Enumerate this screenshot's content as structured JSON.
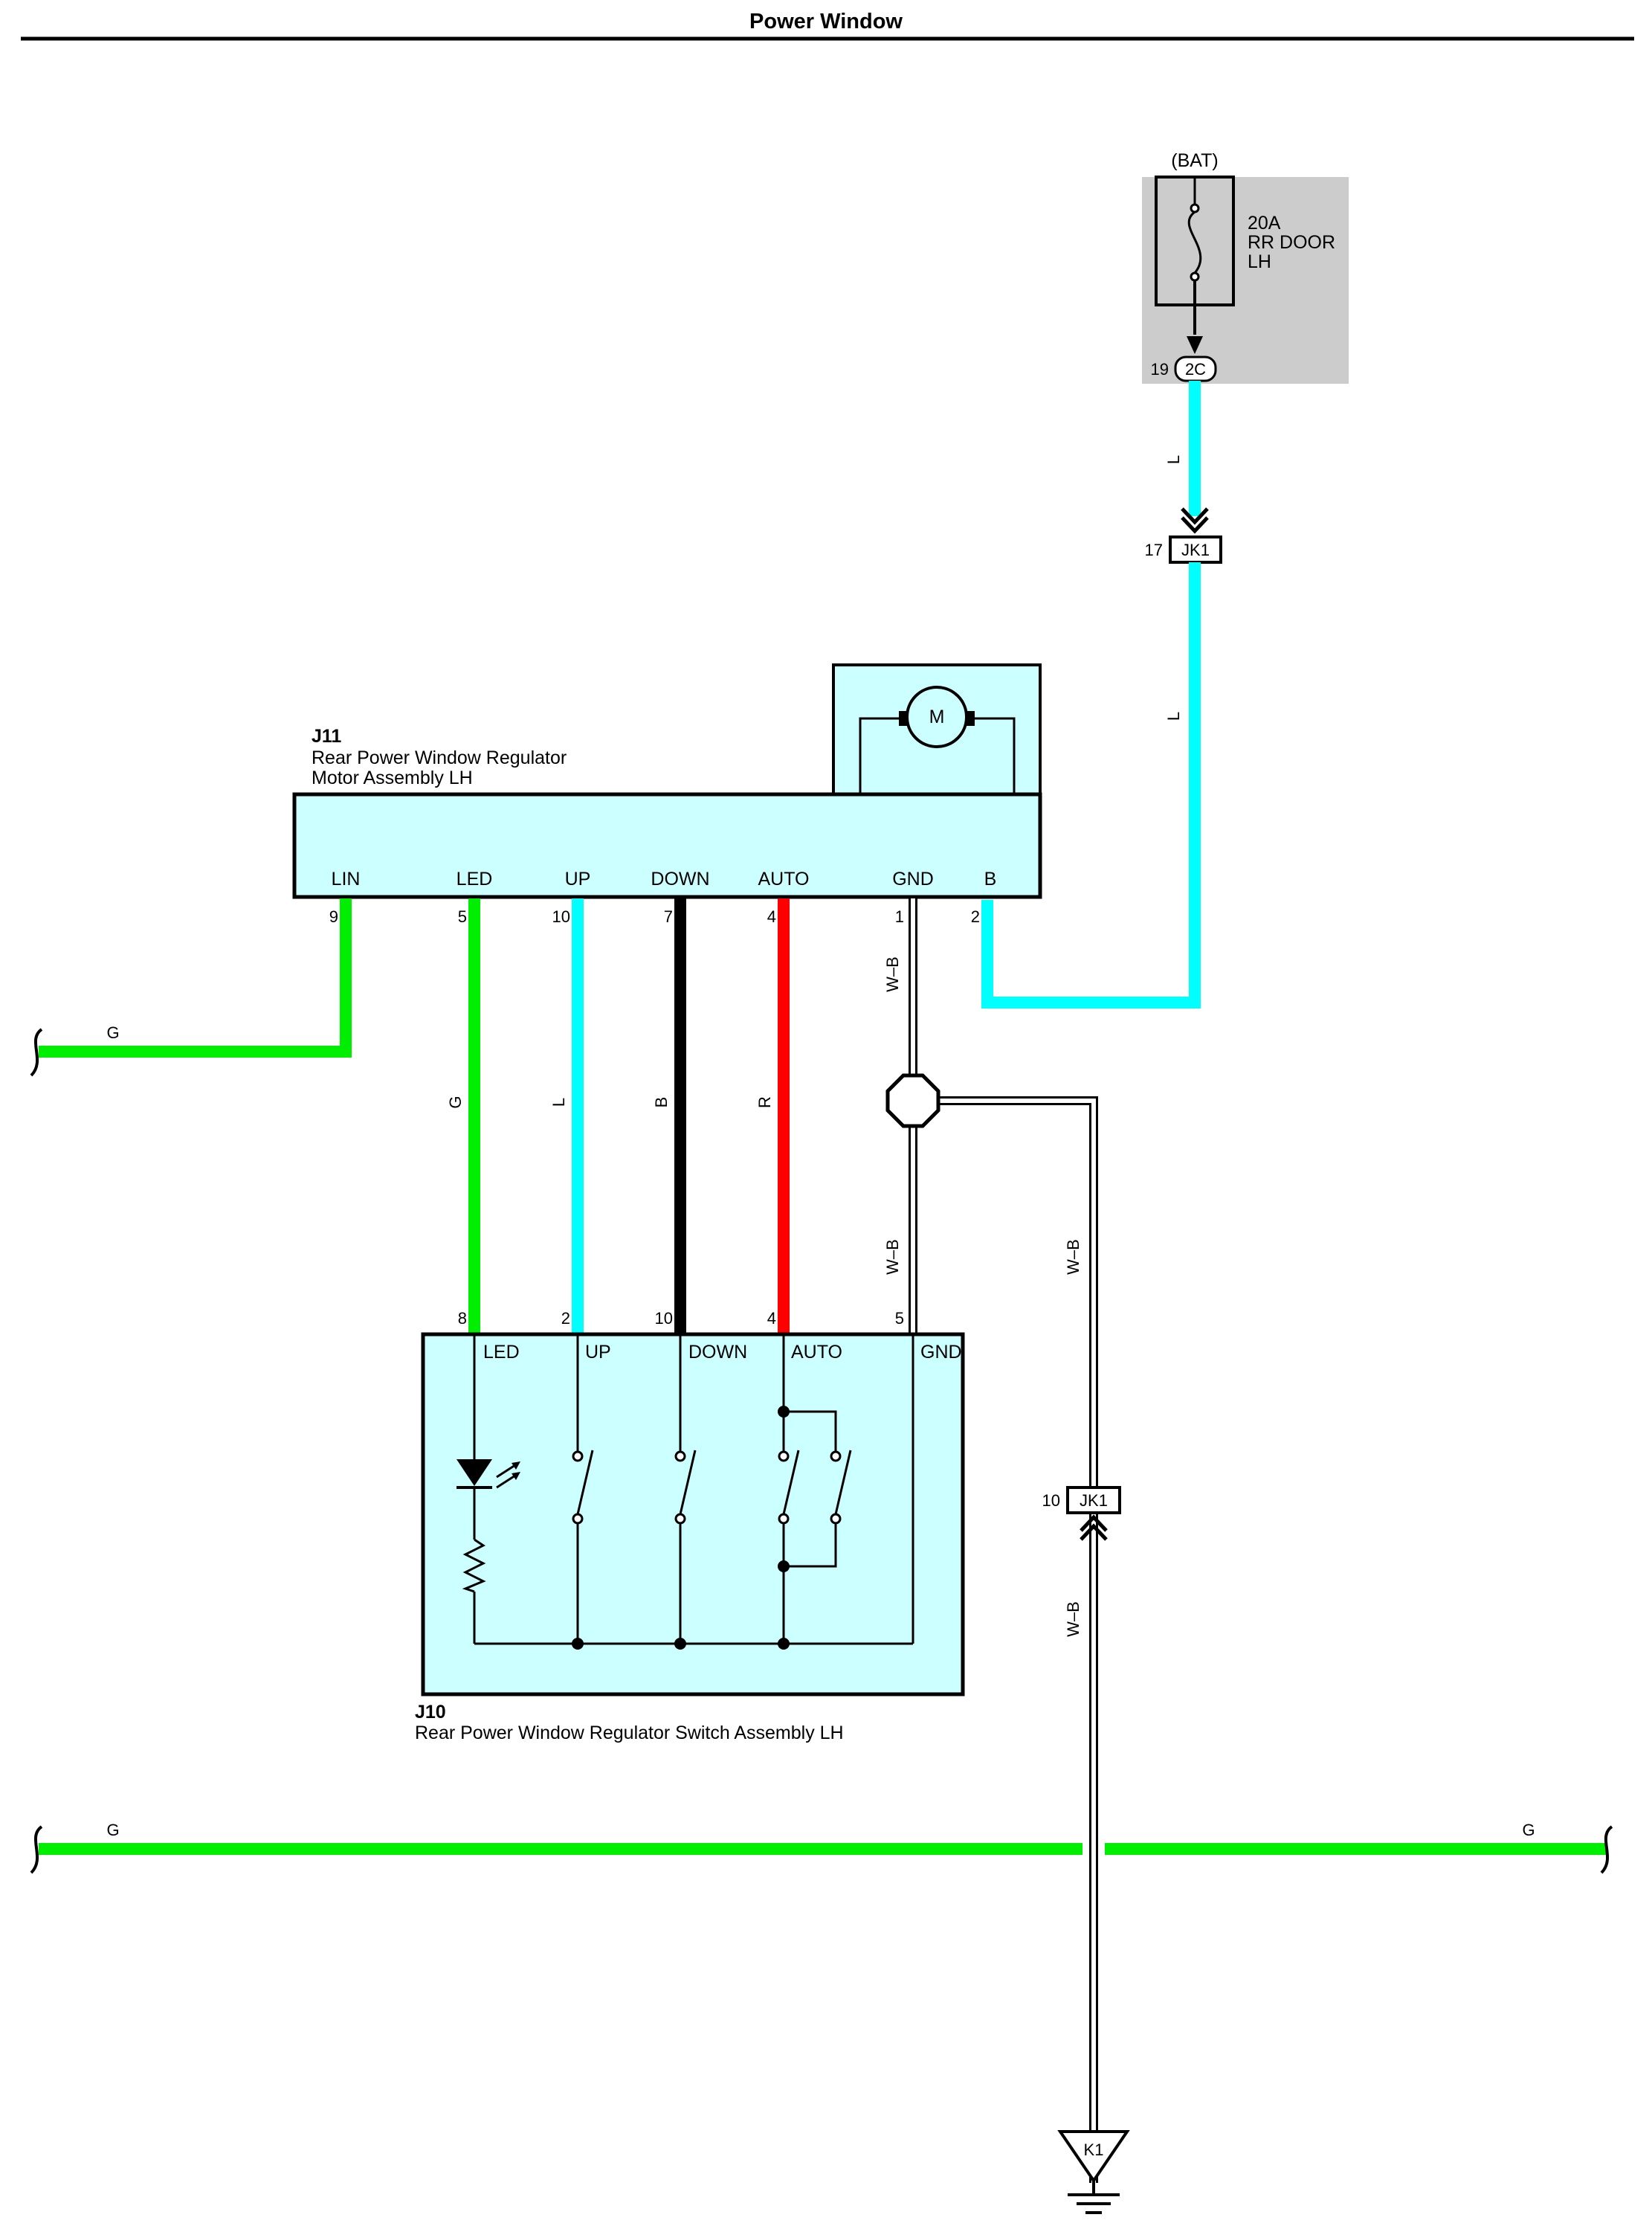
{
  "title": "Power Window",
  "colors": {
    "green": "#00ee00",
    "cyan": "#00ffff",
    "black": "#000000",
    "red": "#ff0000",
    "component_fill": "#ccffff",
    "fuse_box_fill": "#cccccc"
  },
  "fuse": {
    "source": "(BAT)",
    "rating": "20A",
    "name_line1": "RR DOOR",
    "name_line2": "LH",
    "connector": "2C",
    "pin": "19"
  },
  "junction_top": {
    "connector": "JK1",
    "pin": "17"
  },
  "junction_bottom": {
    "connector": "JK1",
    "pin": "10"
  },
  "ground": {
    "label": "K1"
  },
  "motor": {
    "id": "J11",
    "name_line1": "Rear Power Window Regulator",
    "name_line2": "Motor Assembly LH",
    "symbol": "M",
    "terminals": [
      {
        "label": "LIN",
        "pin": "9"
      },
      {
        "label": "LED",
        "pin": "5"
      },
      {
        "label": "UP",
        "pin": "10"
      },
      {
        "label": "DOWN",
        "pin": "7"
      },
      {
        "label": "AUTO",
        "pin": "4"
      },
      {
        "label": "GND",
        "pin": "1"
      },
      {
        "label": "B",
        "pin": "2"
      }
    ]
  },
  "switch": {
    "id": "J10",
    "name": "Rear Power Window Regulator Switch Assembly LH",
    "terminals": [
      {
        "label": "LED",
        "pin": "8"
      },
      {
        "label": "UP",
        "pin": "2"
      },
      {
        "label": "DOWN",
        "pin": "10"
      },
      {
        "label": "AUTO",
        "pin": "4"
      },
      {
        "label": "GND",
        "pin": "5"
      }
    ]
  },
  "wire_colors": {
    "fuse_to_junction": "L",
    "junction_to_motor": "L",
    "lin": "G",
    "led": "G",
    "up": "L",
    "down": "B",
    "auto": "R",
    "gnd_upper": "W–B",
    "gnd_lower": "W–B",
    "gnd_branch": "W–B",
    "gnd_to_ground": "W–B",
    "bus_left": "G",
    "bus_right": "G"
  }
}
